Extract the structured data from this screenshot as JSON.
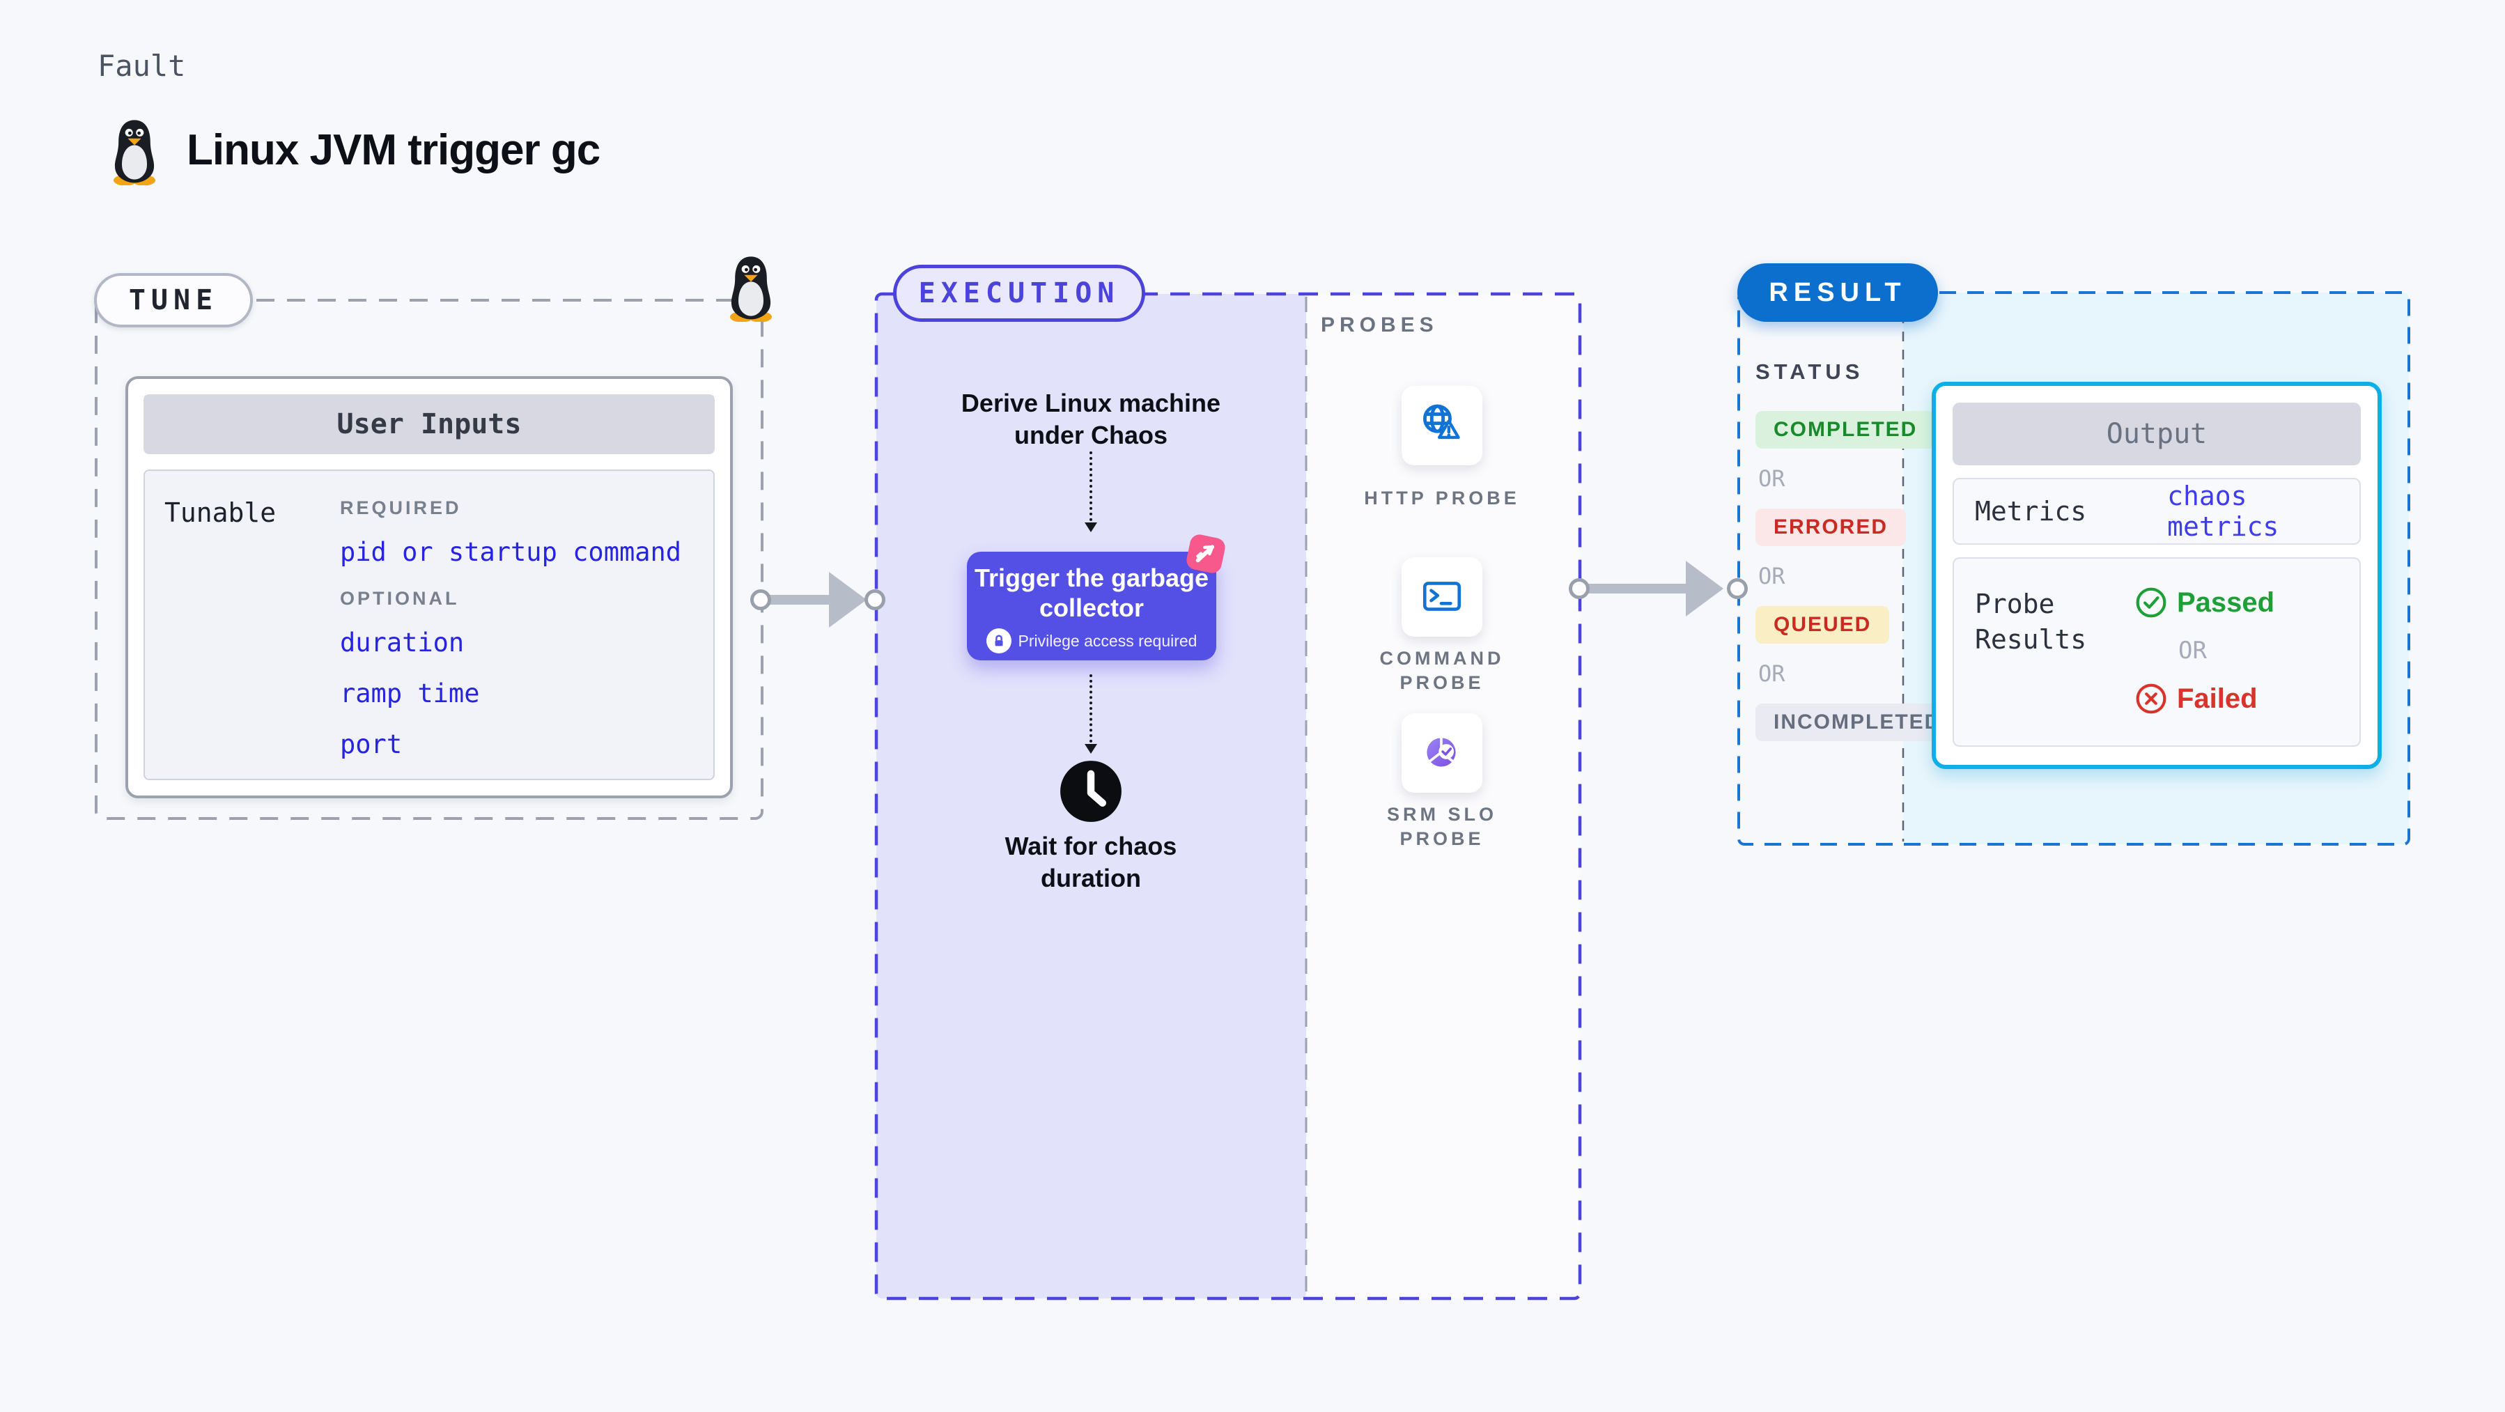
{
  "header": {
    "category_label": "Fault",
    "title": "Linux JVM trigger gc",
    "os_icon": "tux-penguin-icon"
  },
  "tune": {
    "badge_label": "TUNE",
    "user_inputs": {
      "title": "User Inputs",
      "row_label": "Tunable",
      "required_label": "REQUIRED",
      "required_items": [
        "pid or startup command"
      ],
      "optional_label": "OPTIONAL",
      "optional_items": [
        "duration",
        "ramp time",
        "port"
      ]
    }
  },
  "execution": {
    "badge_label": "EXECUTION",
    "steps": {
      "derive": "Derive Linux machine under Chaos",
      "trigger_title": "Trigger the garbage collector",
      "trigger_note": "Privilege access required",
      "wait": "Wait for chaos duration"
    }
  },
  "probes": {
    "section_label": "PROBES",
    "items": [
      {
        "label": "HTTP PROBE",
        "icon": "globe-alert-icon"
      },
      {
        "label": "COMMAND PROBE",
        "icon": "terminal-icon"
      },
      {
        "label": "SRM SLO PROBE",
        "icon": "slo-donut-check-icon"
      }
    ]
  },
  "result": {
    "badge_label": "RESULT",
    "status": {
      "label": "STATUS",
      "separator": "OR",
      "badges": [
        {
          "label": "COMPLETED",
          "kind": "success"
        },
        {
          "label": "ERRORED",
          "kind": "error"
        },
        {
          "label": "QUEUED",
          "kind": "warning"
        },
        {
          "label": "INCOMPLETED",
          "kind": "neutral"
        }
      ]
    },
    "output": {
      "title": "Output",
      "metrics_label": "Metrics",
      "metrics_link": "chaos metrics",
      "probe_results_label": "Probe Results",
      "passed_label": "Passed",
      "or_label": "OR",
      "failed_label": "Failed"
    }
  },
  "colors": {
    "page_bg": "#f7f8fb",
    "indigo_accent": "#4c44da",
    "trigger_bg": "#5450e6",
    "lavender_bg": "#e3e2fb",
    "link_blue": "#2724df",
    "result_blue": "#0c6ecd",
    "cyan_border": "#0faee6",
    "cyan_bg": "#e7f5fc",
    "success_green": "#198a2c",
    "error_red": "#c92a21",
    "warning_bg": "#faeec4",
    "chaos_pink": "#f7598c",
    "probe_icon_blue": "#1273d4",
    "slo_purple": "#8a5cf0"
  }
}
